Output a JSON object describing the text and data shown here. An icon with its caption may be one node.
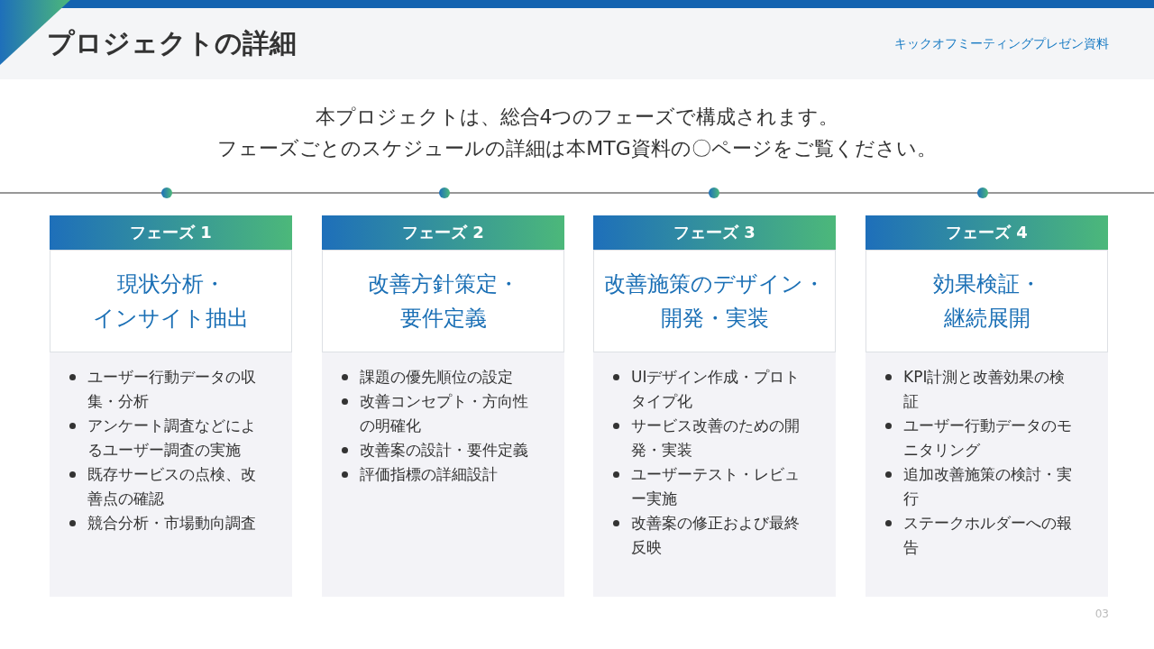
{
  "diagram": {
    "title": "プロジェクトの詳細",
    "nodes": [
      {
        "text": [
          "フェーズ 1"
        ]
      },
      {
        "text": [
          "現状分析・インサイト抽出"
        ]
      },
      {
        "text": [
          "ユーザー行動データの収集・分析",
          "アンケート調査などによるユーザー調査の実施",
          "既存サービスの点検、改善点の確認",
          "競合分析・市場動向調査"
        ]
      },
      {
        "text": [
          "フェーズ 2"
        ]
      },
      {
        "text": [
          "改善方針策定・要件定義"
        ]
      },
      {
        "text": [
          "課題の優先順位の設定",
          "改善コンセプト・方向性の明確化",
          "改善案の設計・要件定義",
          "評価指標の詳細設計"
        ]
      },
      {
        "text": [
          "フェーズ 3"
        ]
      },
      {
        "text": [
          "改善施策のデザイン・開発・実装"
        ]
      },
      {
        "text": [
          "UIデザイン作成・プロトタイプ化",
          "サービス改善のための開発・実装",
          "ユーザーテスト・レビュー実施",
          "改善案の修正および最終反映"
        ]
      },
      {
        "text": [
          "フェーズ 4"
        ]
      },
      {
        "text": [
          "効果検証・継続展開"
        ]
      },
      {
        "text": [
          "KPI計測と改善効果の検証",
          "ユーザー行動データのモニタリング",
          "追加改善施策の検討・実行",
          "ステークホルダーへの報告"
        ]
      }
    ],
    "labels": [
      "キックオフミーティングプレゼン資料",
      "本プロジェクトは、総合4つのフェーズで構成されます。",
      "フェーズごとのスケジュールの詳細は本MTG資料の〇ページをご覧ください。",
      "03"
    ]
  }
}
